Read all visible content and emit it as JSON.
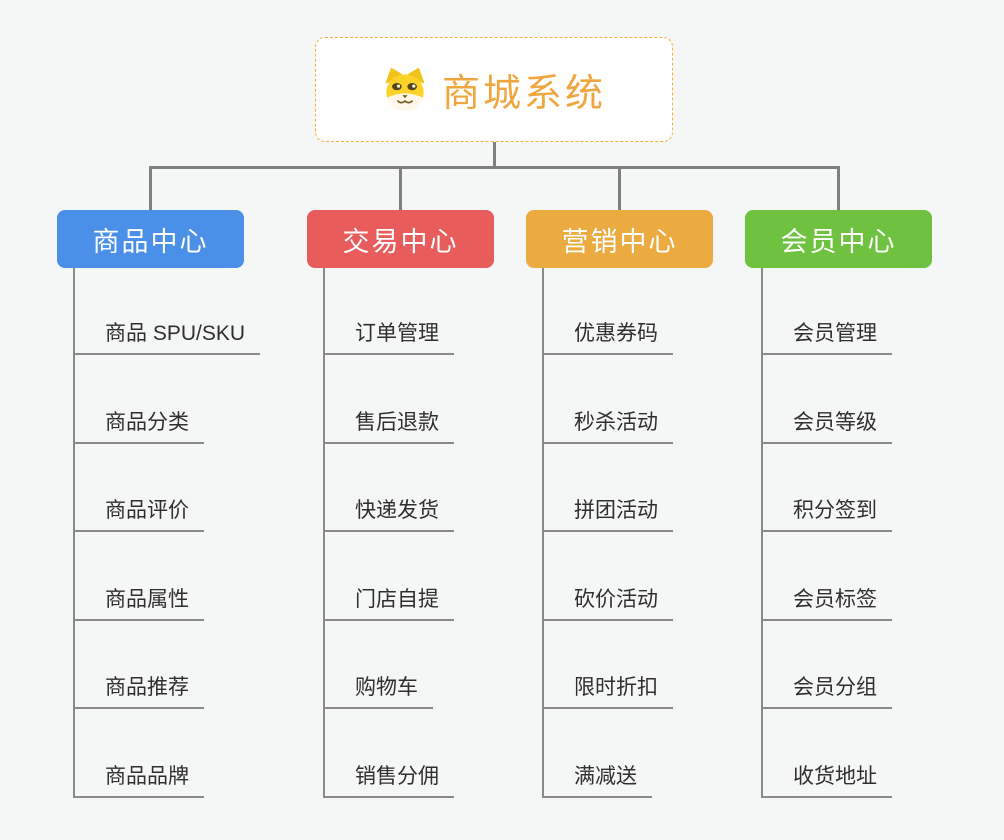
{
  "page": {
    "background_color": "#f5f6f6",
    "connector_color": "#7f7f7f"
  },
  "mindmap": {
    "root": {
      "label": "商城系统",
      "icon": "dog-face-icon",
      "text_color": "#f0a63e",
      "border_color": "#f2b03c"
    },
    "branches": [
      {
        "label": "商品中心",
        "color": "#4a8fe8",
        "children": [
          "商品 SPU/SKU",
          "商品分类",
          "商品评价",
          "商品属性",
          "商品推荐",
          "商品品牌"
        ]
      },
      {
        "label": "交易中心",
        "color": "#e85c5c",
        "children": [
          "订单管理",
          "售后退款",
          "快递发货",
          "门店自提",
          "购物车",
          "销售分佣"
        ]
      },
      {
        "label": "营销中心",
        "color": "#ecab40",
        "children": [
          "优惠券码",
          "秒杀活动",
          "拼团活动",
          "砍价活动",
          "限时折扣",
          "满减送"
        ]
      },
      {
        "label": "会员中心",
        "color": "#6ec23f",
        "children": [
          "会员管理",
          "会员等级",
          "积分签到",
          "会员标签",
          "会员分组",
          "收货地址"
        ]
      }
    ]
  }
}
